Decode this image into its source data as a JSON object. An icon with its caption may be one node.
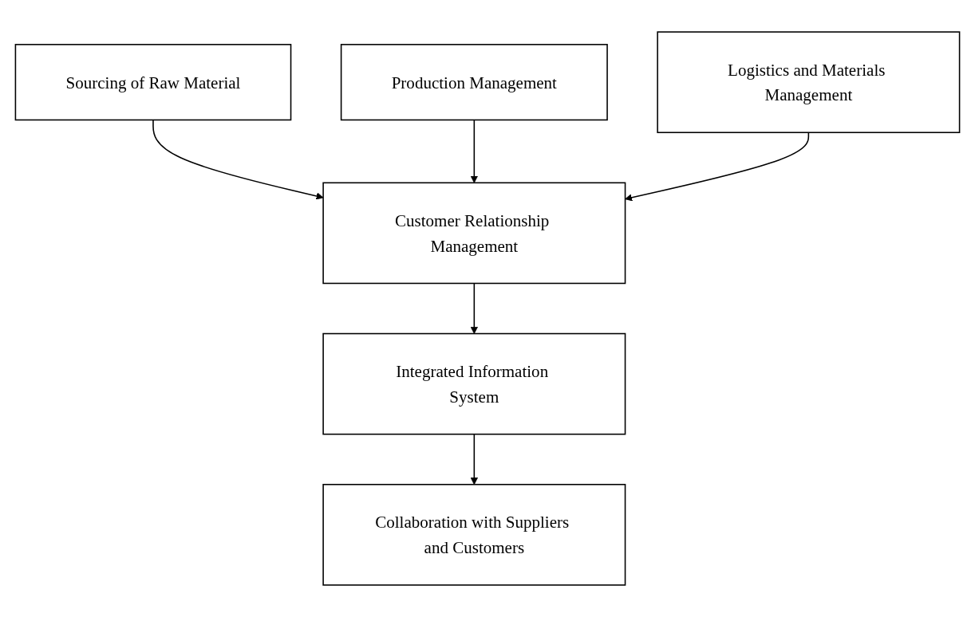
{
  "diagram": {
    "nodes": [
      {
        "text": [
          "Sourcing of Raw Material"
        ]
      },
      {
        "text": [
          "Production Management"
        ]
      },
      {
        "text": [
          "Logistics and Materials Management"
        ]
      },
      {
        "text": [
          "Customer Relationship Management"
        ]
      },
      {
        "text": [
          "Integrated Information System"
        ]
      },
      {
        "text": [
          "Collaboration with Suppliers and Customers"
        ]
      }
    ],
    "edges": [
      {
        "from": 0,
        "to": 3,
        "arrow": "to"
      },
      {
        "from": 1,
        "to": 3,
        "arrow": "to"
      },
      {
        "from": 2,
        "to": 3,
        "arrow": "to"
      },
      {
        "from": 3,
        "to": 4,
        "arrow": "to"
      },
      {
        "from": 4,
        "to": 5,
        "arrow": "to"
      }
    ]
  }
}
